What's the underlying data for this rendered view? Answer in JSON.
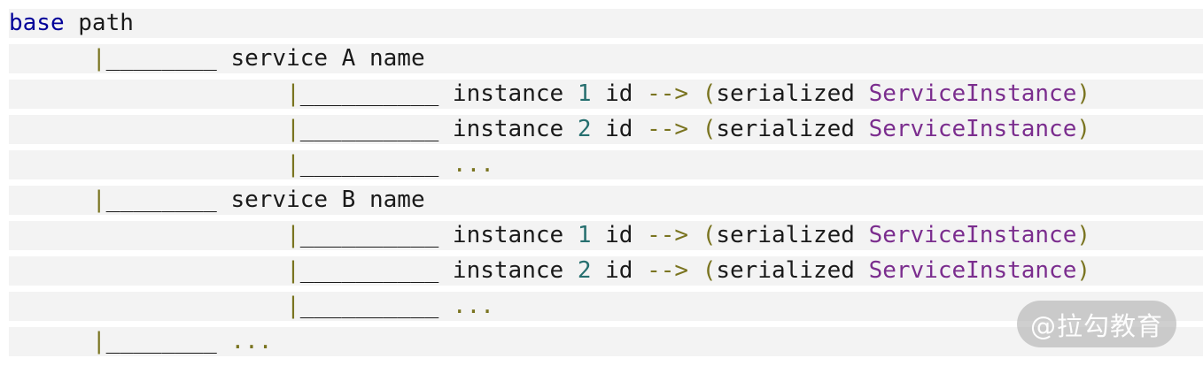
{
  "colors": {
    "plain": "#1a1a1a",
    "keyword": "#000099",
    "number": "#266f6f",
    "operator": "#7a7420",
    "type": "#7b2d8e",
    "band": "#f3f3f3",
    "background": "#ffffff",
    "watermark_bg": "rgba(175,175,175,0.6)",
    "watermark_text": "#fdfdfd"
  },
  "code": {
    "description": "Zookeeper registry path tree",
    "lines": [
      {
        "segments": [
          {
            "text": "base",
            "role": "keyword"
          },
          {
            "text": " path",
            "role": "plain"
          }
        ]
      },
      {
        "segments": [
          {
            "text": "      ",
            "role": "plain"
          },
          {
            "text": "|",
            "role": "operator"
          },
          {
            "text": "________ service A name",
            "role": "plain"
          }
        ]
      },
      {
        "segments": [
          {
            "text": "                    ",
            "role": "plain"
          },
          {
            "text": "|",
            "role": "operator"
          },
          {
            "text": "__________ instance ",
            "role": "plain"
          },
          {
            "text": "1",
            "role": "number"
          },
          {
            "text": " id ",
            "role": "plain"
          },
          {
            "text": "-->",
            "role": "operator"
          },
          {
            "text": " ",
            "role": "plain"
          },
          {
            "text": "(",
            "role": "operator"
          },
          {
            "text": "serialized ",
            "role": "plain"
          },
          {
            "text": "ServiceInstance",
            "role": "type"
          },
          {
            "text": ")",
            "role": "operator"
          }
        ]
      },
      {
        "segments": [
          {
            "text": "                    ",
            "role": "plain"
          },
          {
            "text": "|",
            "role": "operator"
          },
          {
            "text": "__________ instance ",
            "role": "plain"
          },
          {
            "text": "2",
            "role": "number"
          },
          {
            "text": " id ",
            "role": "plain"
          },
          {
            "text": "-->",
            "role": "operator"
          },
          {
            "text": " ",
            "role": "plain"
          },
          {
            "text": "(",
            "role": "operator"
          },
          {
            "text": "serialized ",
            "role": "plain"
          },
          {
            "text": "ServiceInstance",
            "role": "type"
          },
          {
            "text": ")",
            "role": "operator"
          }
        ]
      },
      {
        "segments": [
          {
            "text": "                    ",
            "role": "plain"
          },
          {
            "text": "|",
            "role": "operator"
          },
          {
            "text": "__________ ",
            "role": "plain"
          },
          {
            "text": "...",
            "role": "operator"
          }
        ]
      },
      {
        "segments": [
          {
            "text": "      ",
            "role": "plain"
          },
          {
            "text": "|",
            "role": "operator"
          },
          {
            "text": "________ service B name",
            "role": "plain"
          }
        ]
      },
      {
        "segments": [
          {
            "text": "                    ",
            "role": "plain"
          },
          {
            "text": "|",
            "role": "operator"
          },
          {
            "text": "__________ instance ",
            "role": "plain"
          },
          {
            "text": "1",
            "role": "number"
          },
          {
            "text": " id ",
            "role": "plain"
          },
          {
            "text": "-->",
            "role": "operator"
          },
          {
            "text": " ",
            "role": "plain"
          },
          {
            "text": "(",
            "role": "operator"
          },
          {
            "text": "serialized ",
            "role": "plain"
          },
          {
            "text": "ServiceInstance",
            "role": "type"
          },
          {
            "text": ")",
            "role": "operator"
          }
        ]
      },
      {
        "segments": [
          {
            "text": "                    ",
            "role": "plain"
          },
          {
            "text": "|",
            "role": "operator"
          },
          {
            "text": "__________ instance ",
            "role": "plain"
          },
          {
            "text": "2",
            "role": "number"
          },
          {
            "text": " id ",
            "role": "plain"
          },
          {
            "text": "-->",
            "role": "operator"
          },
          {
            "text": " ",
            "role": "plain"
          },
          {
            "text": "(",
            "role": "operator"
          },
          {
            "text": "serialized ",
            "role": "plain"
          },
          {
            "text": "ServiceInstance",
            "role": "type"
          },
          {
            "text": ")",
            "role": "operator"
          }
        ]
      },
      {
        "segments": [
          {
            "text": "                    ",
            "role": "plain"
          },
          {
            "text": "|",
            "role": "operator"
          },
          {
            "text": "__________ ",
            "role": "plain"
          },
          {
            "text": "...",
            "role": "operator"
          }
        ]
      },
      {
        "segments": [
          {
            "text": "      ",
            "role": "plain"
          },
          {
            "text": "|",
            "role": "operator"
          },
          {
            "text": "________ ",
            "role": "plain"
          },
          {
            "text": "...",
            "role": "operator"
          }
        ]
      }
    ]
  },
  "watermark": {
    "label": "@拉勾教育"
  }
}
